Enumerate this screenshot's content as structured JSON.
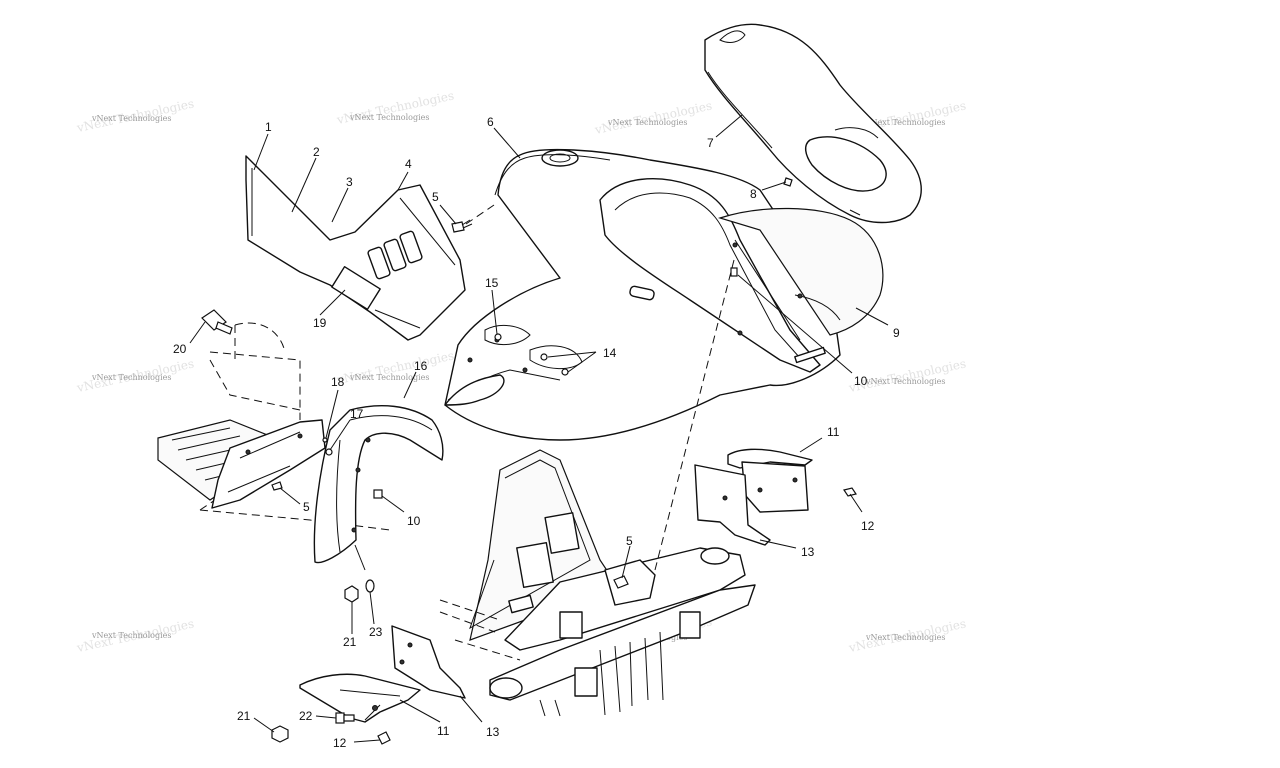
{
  "watermark": {
    "text": "vNext Technologies",
    "color": "#9a9a9a"
  },
  "callouts": {
    "c1": "1",
    "c2": "2",
    "c3": "3",
    "c4": "4",
    "c5a": "5",
    "c5b": "5",
    "c5c": "5",
    "c6": "6",
    "c7": "7",
    "c8": "8",
    "c9": "9",
    "c10a": "10",
    "c10b": "10",
    "c11a": "11",
    "c11b": "11",
    "c12a": "12",
    "c12b": "12",
    "c13a": "13",
    "c13b": "13",
    "c14": "14",
    "c15": "15",
    "c16": "16",
    "c17": "17",
    "c18": "18",
    "c19": "19",
    "c20": "20",
    "c21a": "21",
    "c21b": "21",
    "c22": "22",
    "c23": "23"
  },
  "colors": {
    "line": "#111111",
    "background": "#ffffff"
  }
}
